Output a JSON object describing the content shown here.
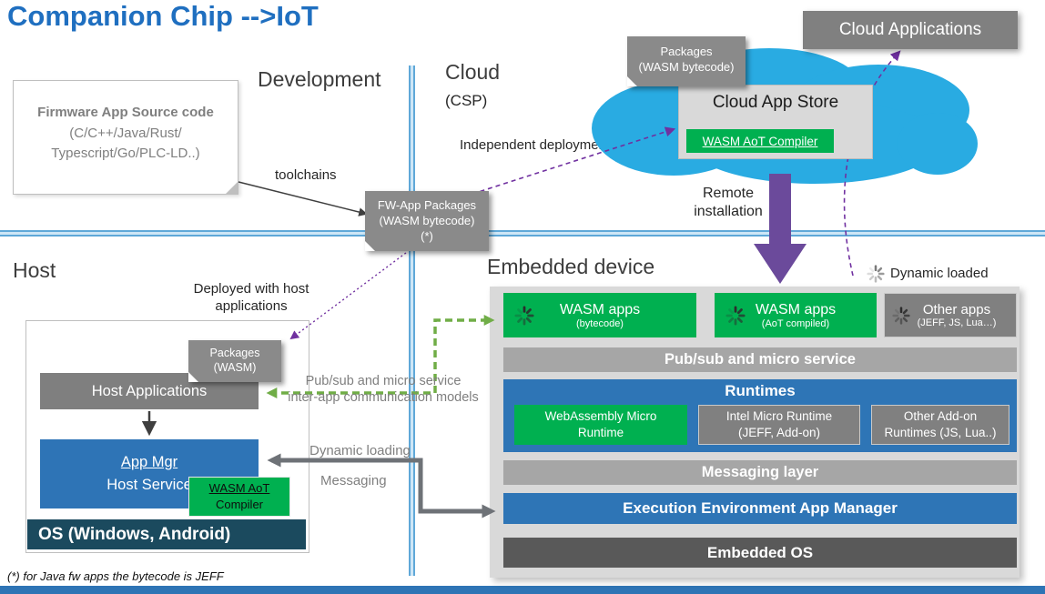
{
  "title": "Companion Chip -->IoT",
  "section_labels": {
    "development": "Development",
    "cloud": "Cloud",
    "cloud_sub": "(CSP)",
    "host": "Host",
    "embedded_device": "Embedded device"
  },
  "firmware_box": {
    "title": "Firmware App Source code",
    "subtitle": "(C/C++/Java/Rust/\nTypescript/Go/PLC-LD..)"
  },
  "notes": {
    "fw_app_packages": "FW-App Packages\n(WASM bytecode)\n(*)",
    "packages_wasm_bytecode": "Packages\n(WASM bytecode)",
    "packages_wasm": "Packages\n(WASM)"
  },
  "labels": {
    "toolchains": "toolchains",
    "independent_deployment": "Independent deployment",
    "remote_installation": "Remote\ninstallation",
    "dynamic_loaded": "Dynamic loaded",
    "deployed_with_host": "Deployed with host\napplications",
    "pubsub_models": "Pub/sub and micro service\ninter-app communication models",
    "dynamic_loading": "Dynamic loading",
    "messaging": "Messaging",
    "footnote": "(*) for Java fw apps the bytecode is JEFF"
  },
  "cloud": {
    "applications": "Cloud Applications",
    "app_store": "Cloud App Store",
    "wasm_aot_compiler": "WASM AoT Compiler"
  },
  "host": {
    "applications": "Host Applications",
    "app_mgr_line1": "App Mgr",
    "app_mgr_line2": "Host Service",
    "wasm_aot_line1": "WASM AoT",
    "wasm_aot_line2": "Compiler",
    "os": "OS (Windows, Android)"
  },
  "embedded": {
    "wasm_apps_bytecode": {
      "title": "WASM apps",
      "subtitle": "(bytecode)"
    },
    "wasm_apps_aot": {
      "title": "WASM apps",
      "subtitle": "(AoT compiled)"
    },
    "other_apps": {
      "title": "Other apps",
      "subtitle": "(JEFF, JS, Lua…)"
    },
    "pubsub_bar": "Pub/sub and micro service",
    "runtimes_title": "Runtimes",
    "wamr": "WebAssembly Micro\nRuntime",
    "intel_runtime": "Intel Micro Runtime\n(JEFF, Add-on)",
    "other_runtimes": "Other Add-on\nRuntimes (JS, Lua..)",
    "messaging_layer": "Messaging layer",
    "exec_env": "Execution Environment App Manager",
    "embedded_os": "Embedded OS"
  },
  "icons": {
    "loading_spinner": "radial-spinner"
  },
  "colors": {
    "title_blue": "#1F6FC0",
    "accent_blue": "#2E75B6",
    "green": "#00B050",
    "gray": "#7F7F7F",
    "light_gray": "#D9D9D9",
    "mid_gray": "#A6A6A6",
    "dark_gray": "#595959",
    "teal_dark": "#1B4A5E",
    "cloud_cyan": "#29ABE2",
    "purple": "#7030A0",
    "green_arrow": "#70AD47",
    "divider_blue": "#5FA8D8"
  }
}
